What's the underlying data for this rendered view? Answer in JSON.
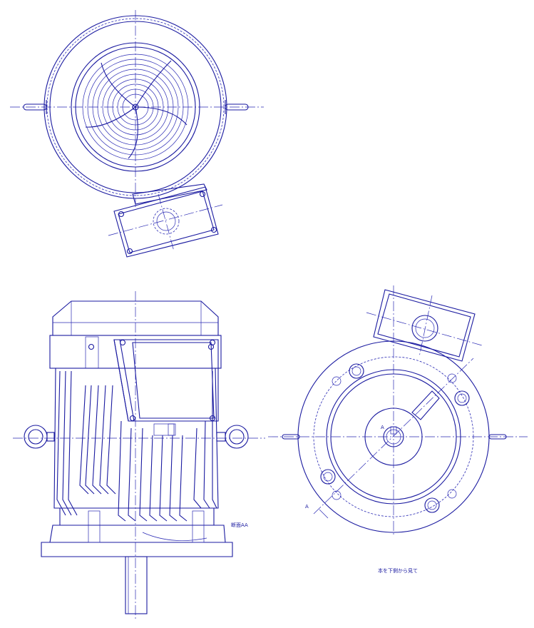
{
  "labels": {
    "section": "断面AA",
    "view_note": "本を下側から見て",
    "section_mark_a1": "A",
    "section_mark_a2": "A"
  },
  "colors": {
    "line": "#1a1aa0",
    "background": "#ffffff"
  }
}
